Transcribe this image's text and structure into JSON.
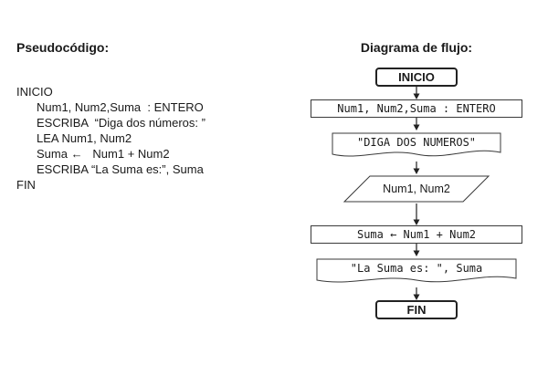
{
  "left": {
    "title": "Pseudocódigo:",
    "lines": [
      "INICIO",
      "Num1, Num2,Suma  : ENTERO",
      "ESCRIBA  “Diga dos números: ”",
      "LEA Num1, Num2",
      "Suma ←   Num1 + Num2",
      "ESCRIBA “La Suma es:”, Suma",
      "FIN"
    ]
  },
  "right": {
    "title": "Diagrama de flujo:",
    "nodes": [
      {
        "type": "terminator",
        "label": "INICIO"
      },
      {
        "type": "process",
        "label": "Num1, Num2,Suma : ENTERO"
      },
      {
        "type": "document",
        "label": "\"DIGA DOS NUMEROS\""
      },
      {
        "type": "parallelogram",
        "label": "Num1, Num2"
      },
      {
        "type": "process",
        "label": "Suma  ←  Num1 + Num2"
      },
      {
        "type": "document",
        "label": "\"La Suma es: \", Suma"
      },
      {
        "type": "terminator",
        "label": "FIN"
      }
    ]
  }
}
